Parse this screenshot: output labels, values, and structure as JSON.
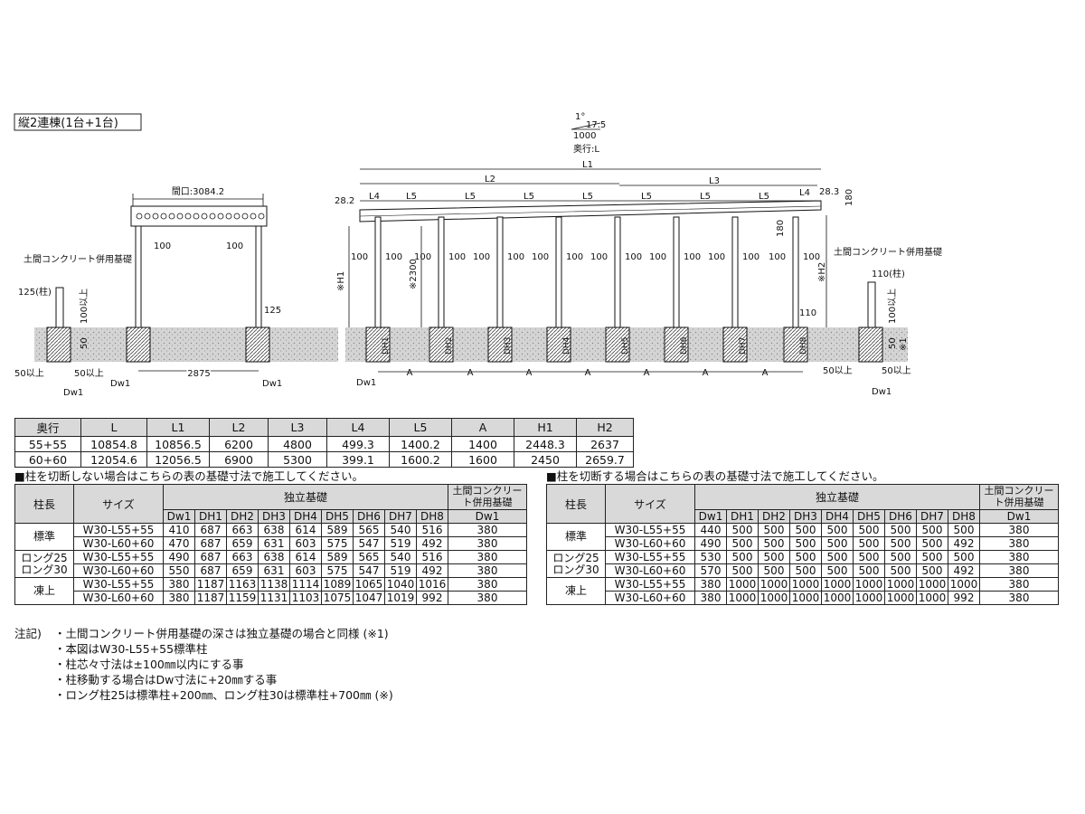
{
  "title": "縦2連棟(1台+1台)",
  "front": {
    "width_label": "間口:3084.2",
    "offset_left": "100",
    "offset_right": "100",
    "post_dim": "125",
    "base_span": "2875",
    "base_label": "土間コンクリート併用基礎",
    "detail": {
      "col": "125(柱)",
      "h1": "100以上",
      "h2": "50",
      "w1": "50以上",
      "w2": "50以上",
      "dw": "Dw1"
    },
    "dw_left": "Dw1",
    "dw_right": "Dw1"
  },
  "side": {
    "slope_angle": "1°",
    "slope_rise": "17.5",
    "slope_run": "1000",
    "depth_label": "奥行:L",
    "l1": "L1",
    "l2": "L2",
    "l3": "L3",
    "l4": "L4",
    "l5": "L5",
    "left_overhang": "28.2",
    "right_overhang": "28.3",
    "eave": "180",
    "h1": "※H1",
    "h2": "※H2",
    "ground": "※2300",
    "post_offset": "100",
    "mid_dim": "110",
    "top_dim": "180",
    "a": "A",
    "dh": [
      "DH1",
      "DH2",
      "DH3",
      "DH4",
      "DH5",
      "DH6",
      "DH7",
      "DH8"
    ],
    "dw": "Dw1",
    "base_label": "土間コンクリート併用基礎",
    "detail": {
      "col": "110(柱)",
      "h1": "100以上",
      "h2": "50",
      "h3": "※1",
      "w1": "50以上",
      "w2": "50以上",
      "dw": "Dw1"
    }
  },
  "dim_table": {
    "headers": [
      "奥行",
      "L",
      "L1",
      "L2",
      "L3",
      "L4",
      "L5",
      "A",
      "H1",
      "H2"
    ],
    "rows": [
      [
        "55+55",
        "10854.8",
        "10856.5",
        "6200",
        "4800",
        "499.3",
        "1400.2",
        "1400",
        "2448.3",
        "2637"
      ],
      [
        "60+60",
        "12054.6",
        "12056.5",
        "6900",
        "5300",
        "399.1",
        "1600.2",
        "1600",
        "2450",
        "2659.7"
      ]
    ]
  },
  "left_table": {
    "caption": "■柱を切断しない場合はこちらの表の基礎寸法で施工してください。",
    "h_col": "柱長",
    "h_size": "サイズ",
    "h_indep": "独立基礎",
    "h_doma": "土間コンクリート併用基礎",
    "sub": [
      "Dw1",
      "DH1",
      "DH2",
      "DH3",
      "DH4",
      "DH5",
      "DH6",
      "DH7",
      "DH8",
      "Dw1"
    ],
    "groups": [
      {
        "label": "標準",
        "rows": [
          [
            "W30-L55+55",
            "410",
            "687",
            "663",
            "638",
            "614",
            "589",
            "565",
            "540",
            "516",
            "380"
          ],
          [
            "W30-L60+60",
            "470",
            "687",
            "659",
            "631",
            "603",
            "575",
            "547",
            "519",
            "492",
            "380"
          ]
        ]
      },
      {
        "label": "ロング25 ロング30",
        "rows": [
          [
            "W30-L55+55",
            "490",
            "687",
            "663",
            "638",
            "614",
            "589",
            "565",
            "540",
            "516",
            "380"
          ],
          [
            "W30-L60+60",
            "550",
            "687",
            "659",
            "631",
            "603",
            "575",
            "547",
            "519",
            "492",
            "380"
          ]
        ]
      },
      {
        "label": "凍上",
        "rows": [
          [
            "W30-L55+55",
            "380",
            "1187",
            "1163",
            "1138",
            "1114",
            "1089",
            "1065",
            "1040",
            "1016",
            "380"
          ],
          [
            "W30-L60+60",
            "380",
            "1187",
            "1159",
            "1131",
            "1103",
            "1075",
            "1047",
            "1019",
            "992",
            "380"
          ]
        ]
      }
    ]
  },
  "right_table": {
    "caption": "■柱を切断する場合はこちらの表の基礎寸法で施工してください。",
    "h_col": "柱長",
    "h_size": "サイズ",
    "h_indep": "独立基礎",
    "h_doma": "土間コンクリート併用基礎",
    "sub": [
      "Dw1",
      "DH1",
      "DH2",
      "DH3",
      "DH4",
      "DH5",
      "DH6",
      "DH7",
      "DH8",
      "Dw1"
    ],
    "groups": [
      {
        "label": "標準",
        "rows": [
          [
            "W30-L55+55",
            "440",
            "500",
            "500",
            "500",
            "500",
            "500",
            "500",
            "500",
            "500",
            "380"
          ],
          [
            "W30-L60+60",
            "490",
            "500",
            "500",
            "500",
            "500",
            "500",
            "500",
            "500",
            "492",
            "380"
          ]
        ]
      },
      {
        "label": "ロング25 ロング30",
        "rows": [
          [
            "W30-L55+55",
            "530",
            "500",
            "500",
            "500",
            "500",
            "500",
            "500",
            "500",
            "500",
            "380"
          ],
          [
            "W30-L60+60",
            "570",
            "500",
            "500",
            "500",
            "500",
            "500",
            "500",
            "500",
            "492",
            "380"
          ]
        ]
      },
      {
        "label": "凍上",
        "rows": [
          [
            "W30-L55+55",
            "380",
            "1000",
            "1000",
            "1000",
            "1000",
            "1000",
            "1000",
            "1000",
            "1000",
            "380"
          ],
          [
            "W30-L60+60",
            "380",
            "1000",
            "1000",
            "1000",
            "1000",
            "1000",
            "1000",
            "1000",
            "992",
            "380"
          ]
        ]
      }
    ]
  },
  "notes": {
    "label": "注記)",
    "items": [
      "土間コンクリート併用基礎の深さは独立基礎の場合と同様 (※1)",
      "本図はW30-L55+55標準柱",
      "柱芯々寸法は±100㎜以内にする事",
      "柱移動する場合はDw寸法に+20㎜する事",
      "ロング柱25は標準柱+200㎜、ロング柱30は標準柱+700㎜ (※)"
    ]
  }
}
